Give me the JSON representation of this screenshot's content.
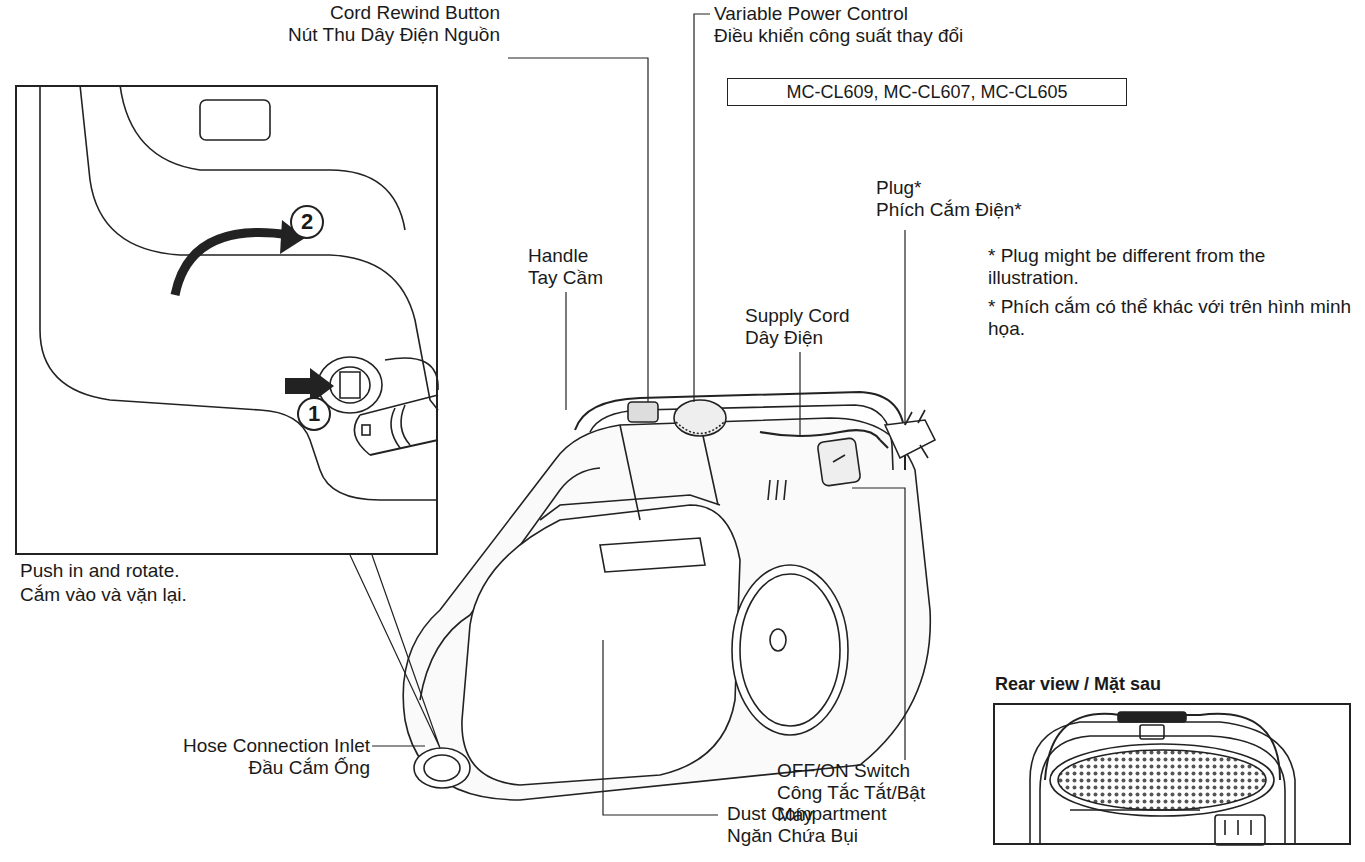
{
  "diagram": {
    "nodes": [
      {
        "text": [
          "Push in and rotate.",
          "Cắm vào và vặn lại."
        ]
      },
      {
        "text": [
          "2"
        ],
        "in": 0
      },
      {
        "text": [
          "1"
        ],
        "in": 0
      },
      {
        "text": [
          "MC-CL609, MC-CL607, MC-CL605"
        ]
      },
      {
        "text": [
          "Rear view / Mặt sau"
        ]
      }
    ],
    "edges": [],
    "labels": [
      "Cord Rewind Button",
      "Nút Thu Dây Điện Nguồn",
      "Variable Power Control",
      "Điều khiển công suất thay đổi",
      "Plug*",
      "Phích Cắm Điện*",
      "* Plug might be different from the illustration.",
      "* Phích cắm có thể khác với trên hình minh họa.",
      "Handle",
      "Tay Cầm",
      "Supply Cord",
      "Dây Điện",
      "OFF/ON Switch",
      "Công Tắc Tắt/Bật Máy",
      "Hose Connection Inlet",
      "Đầu Cắm Ống",
      "Dust Compartment",
      "Ngăn Chứa Bụi"
    ]
  }
}
